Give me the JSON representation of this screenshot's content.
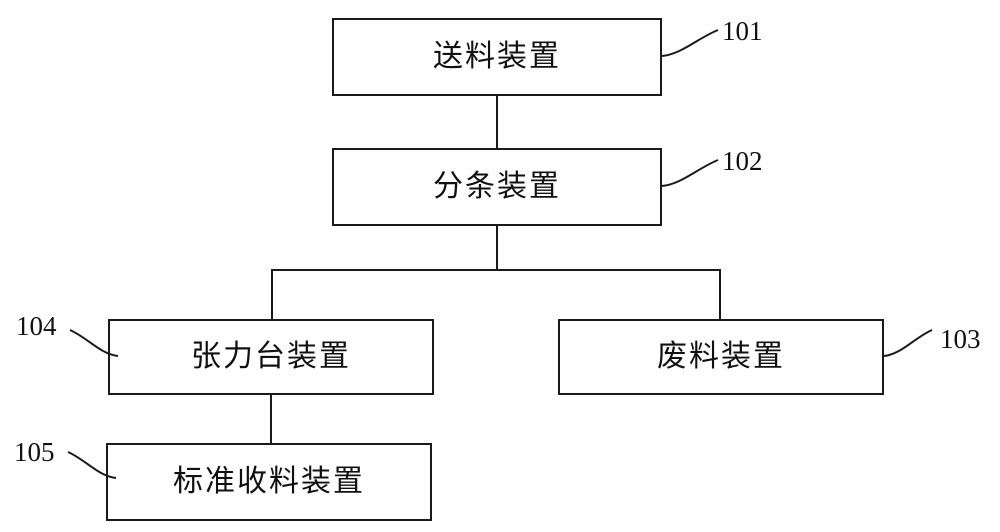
{
  "diagram": {
    "type": "flowchart",
    "title": "",
    "nodes": [
      {
        "id": "n101",
        "label": "送料装置",
        "ref": "101"
      },
      {
        "id": "n102",
        "label": "分条装置",
        "ref": "102"
      },
      {
        "id": "n104",
        "label": "张力台装置",
        "ref": "104"
      },
      {
        "id": "n103",
        "label": "废料装置",
        "ref": "103"
      },
      {
        "id": "n105",
        "label": "标准收料装置",
        "ref": "105"
      }
    ],
    "edges": [
      {
        "from": "n101",
        "to": "n102"
      },
      {
        "from": "n102",
        "to": "n104"
      },
      {
        "from": "n102",
        "to": "n103"
      },
      {
        "from": "n104",
        "to": "n105"
      }
    ],
    "colors": {
      "stroke": "#1a1a1a",
      "fill": "#ffffff",
      "text": "#111111"
    }
  }
}
